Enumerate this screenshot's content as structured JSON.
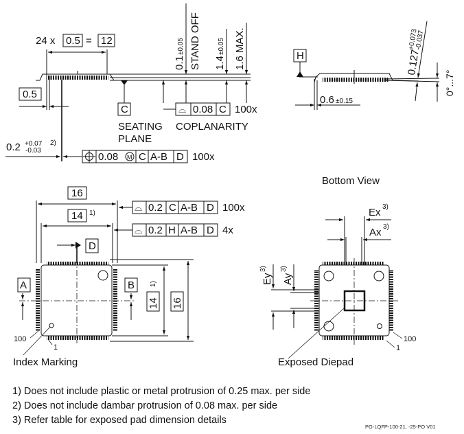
{
  "side_view": {
    "pitch_count": "24 x",
    "pitch": "0.5",
    "equals": "=",
    "pitch_total": "12",
    "lead_width_label": "0.5",
    "lead_thickness": "0.2",
    "lead_thickness_tol_plus": "+0.07",
    "lead_thickness_tol_minus": "-0.03",
    "lead_thickness_note": "2)",
    "standoff": "0.1",
    "standoff_tol": "±0.05",
    "standoff_label": "STAND OFF",
    "body_height": "1.4",
    "body_height_tol": "±0.05",
    "max_height": "1.6 MAX.",
    "datum_c": "C",
    "seating_plane_line1": "SEATING",
    "seating_plane_line2": "PLANE",
    "coplanarity_label": "COPLANARITY",
    "coplanarity_fcf": {
      "symbol": "⌓",
      "value": "0.08",
      "datum": "C",
      "count": "100x"
    },
    "position_fcf": {
      "symbol": "⊕",
      "value": "0.08",
      "modifier": "M",
      "datums": [
        "C",
        "A-B",
        "D"
      ],
      "count": "100x"
    }
  },
  "detail_view": {
    "datum_h": "H",
    "foot_length": "0.6",
    "foot_length_tol": "±0.15",
    "lead_thk": "0.127",
    "lead_thk_tol_plus": "+0.073",
    "lead_thk_tol_minus": "-0.037",
    "angle": "0°...7°"
  },
  "top_view": {
    "overall_width": "16",
    "body_width": "14",
    "body_width_note": "1)",
    "overall_height": "16",
    "body_height": "14",
    "body_height_note": "1)",
    "datum_a": "A",
    "datum_b": "B",
    "datum_d": "D",
    "fcf1": {
      "symbol": "⌓",
      "value": "0.2",
      "datums": [
        "C",
        "A-B",
        "D"
      ],
      "count": "100x"
    },
    "fcf2": {
      "symbol": "⌓",
      "value": "0.2",
      "datums": [
        "H",
        "A-B",
        "D"
      ],
      "count": "4x"
    },
    "pin_100": "100",
    "pin_1": "1",
    "index_marking": "Index Marking"
  },
  "bottom_view": {
    "title": "Bottom View",
    "ex": "Ex",
    "ax": "Ax",
    "ey": "Ey",
    "ay": "Ay",
    "note": "3)",
    "pin_100": "100",
    "pin_1": "1",
    "exposed_diepad": "Exposed Diepad"
  },
  "notes": [
    "1) Does not include plastic or metal protrusion of 0.25 max. per side",
    "2) Does not include dambar protrusion of 0.08 max. per side",
    "3) Refer table for exposed pad dimension details"
  ],
  "doc_id": "PG-LQFP-100-21, -25-PO   V01"
}
